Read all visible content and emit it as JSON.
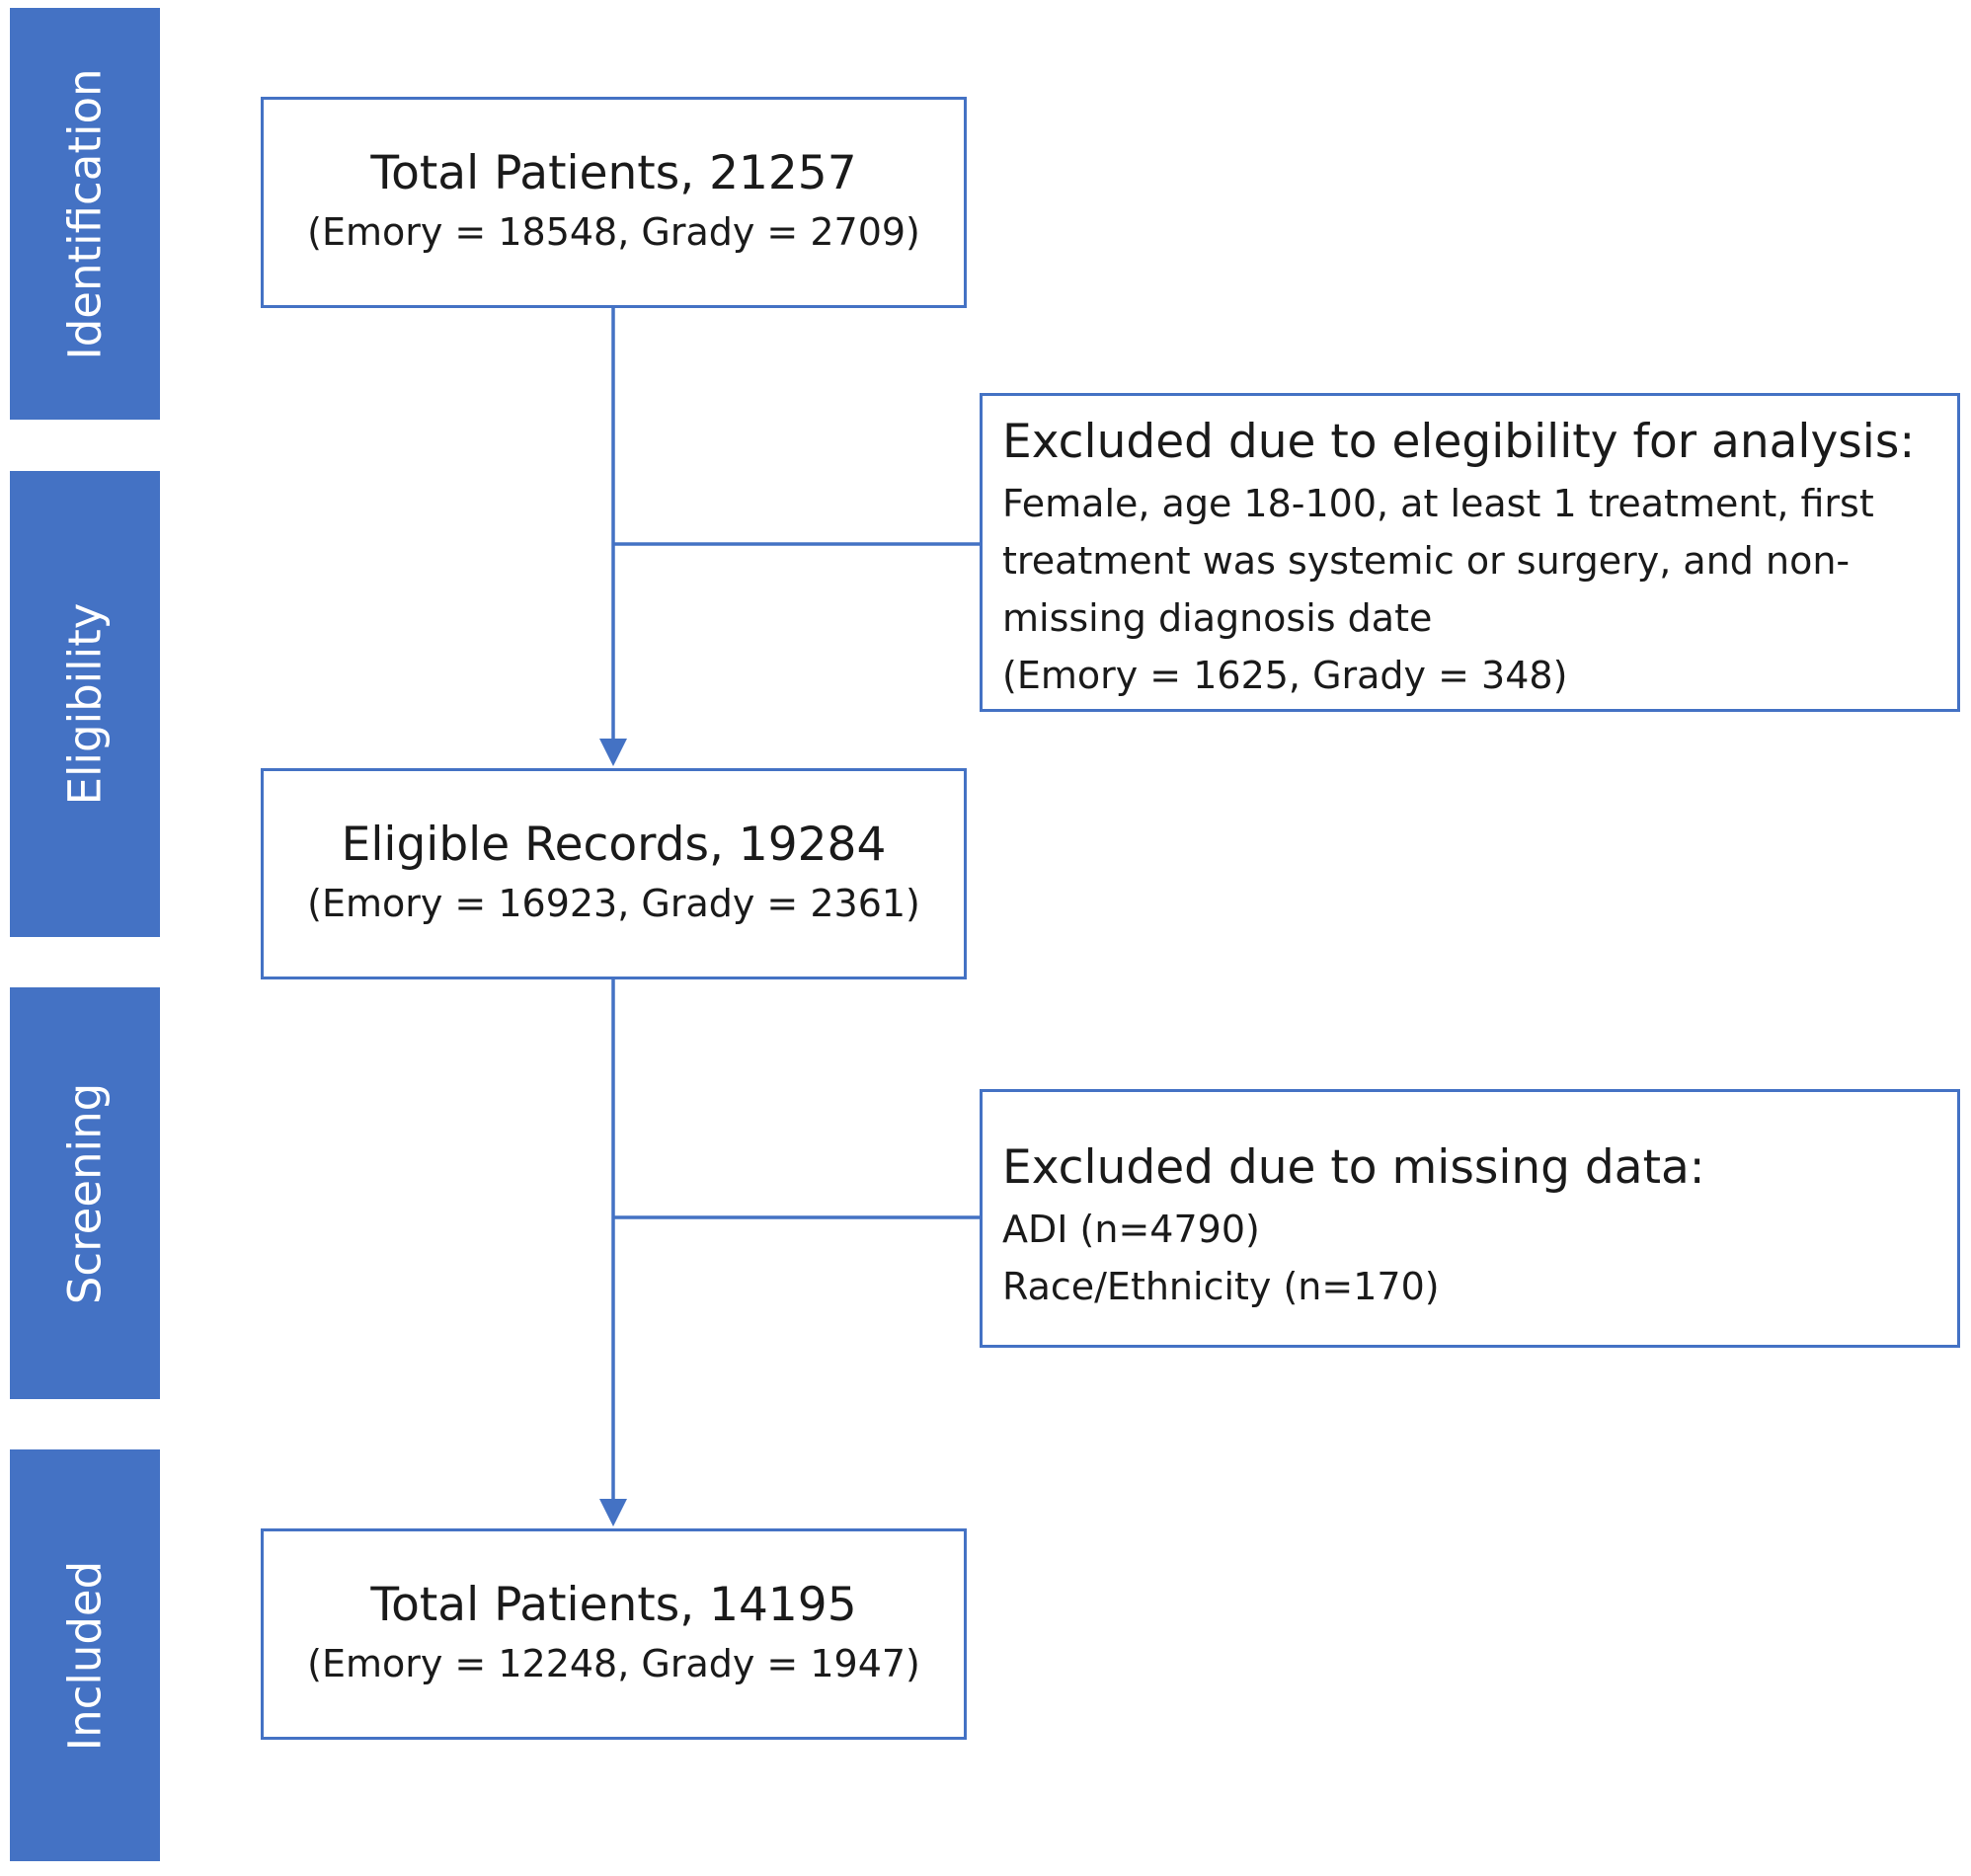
{
  "phases": {
    "identification": "Identification",
    "eligibility": "Eligibility",
    "screening": "Screening",
    "included": "Included"
  },
  "boxes": {
    "total": {
      "title": "Total Patients, 21257",
      "detail": "(Emory = 18548, Grady = 2709)"
    },
    "exclusion_eligibility": {
      "title": "Excluded due to elegibility for analysis:",
      "lines": [
        "Female, age 18-100, at least 1 treatment, first",
        "treatment was systemic or surgery, and non-",
        "missing diagnosis date",
        "(Emory = 1625, Grady = 348)"
      ]
    },
    "eligible": {
      "title": "Eligible Records, 19284",
      "detail": "(Emory = 16923, Grady = 2361)"
    },
    "exclusion_missing": {
      "title": "Excluded due to missing data:",
      "lines": [
        "ADI (n=4790)",
        "Race/Ethnicity (n=170)"
      ]
    },
    "final": {
      "title": "Total Patients, 14195",
      "detail": "(Emory = 12248, Grady = 1947)"
    }
  },
  "colors": {
    "accent": "#4472c4",
    "phase_text": "#ffffff",
    "box_text": "#1a1a1a"
  }
}
